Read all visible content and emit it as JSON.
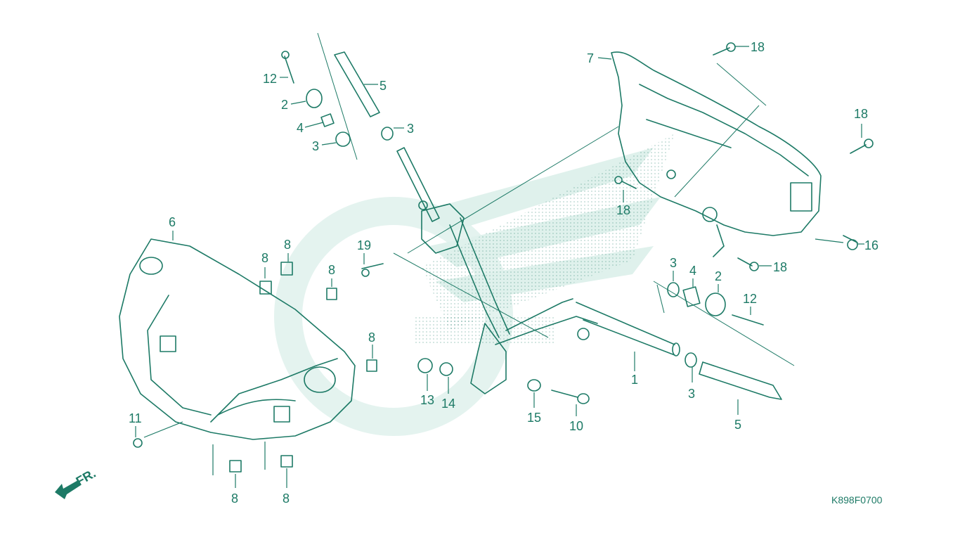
{
  "diagram": {
    "code": "K898F0700",
    "front_arrow": "FR.",
    "colors": {
      "ink": "#1d7a66",
      "watermark": "#dff1ec",
      "background": "#ffffff"
    },
    "callouts": [
      {
        "id": "c-12-top",
        "text": "12"
      },
      {
        "id": "c-2-top",
        "text": "2"
      },
      {
        "id": "c-4-top",
        "text": "4"
      },
      {
        "id": "c-3-top-left",
        "text": "3"
      },
      {
        "id": "c-5-top",
        "text": "5"
      },
      {
        "id": "c-3-top-mid",
        "text": "3"
      },
      {
        "id": "c-7",
        "text": "7"
      },
      {
        "id": "c-18-top",
        "text": "18"
      },
      {
        "id": "c-18-right",
        "text": "18"
      },
      {
        "id": "c-18-mid",
        "text": "18"
      },
      {
        "id": "c-16",
        "text": "16"
      },
      {
        "id": "c-18-lower",
        "text": "18"
      },
      {
        "id": "c-6",
        "text": "6"
      },
      {
        "id": "c-8-a",
        "text": "8"
      },
      {
        "id": "c-8-b",
        "text": "8"
      },
      {
        "id": "c-8-c",
        "text": "8"
      },
      {
        "id": "c-19",
        "text": "19"
      },
      {
        "id": "c-8-d",
        "text": "8"
      },
      {
        "id": "c-3-right",
        "text": "3"
      },
      {
        "id": "c-4-right",
        "text": "4"
      },
      {
        "id": "c-2-right",
        "text": "2"
      },
      {
        "id": "c-12-right",
        "text": "12"
      },
      {
        "id": "c-1",
        "text": "1"
      },
      {
        "id": "c-3-lower",
        "text": "3"
      },
      {
        "id": "c-5-lower",
        "text": "5"
      },
      {
        "id": "c-13",
        "text": "13"
      },
      {
        "id": "c-14",
        "text": "14"
      },
      {
        "id": "c-15",
        "text": "15"
      },
      {
        "id": "c-10",
        "text": "10"
      },
      {
        "id": "c-11",
        "text": "11"
      },
      {
        "id": "c-8-e",
        "text": "8"
      },
      {
        "id": "c-8-f",
        "text": "8"
      }
    ]
  }
}
